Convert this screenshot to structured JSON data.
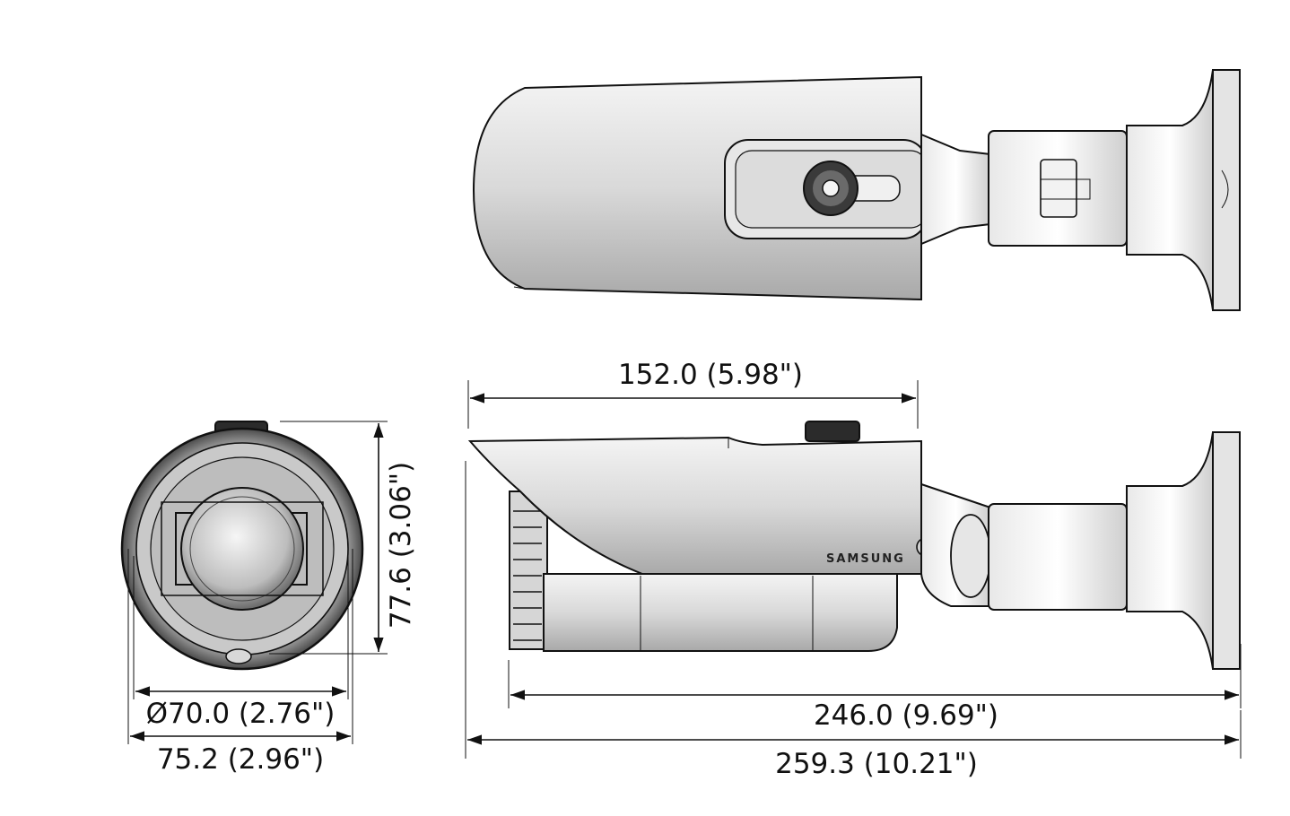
{
  "dimensions": {
    "top_width": "152.0 (5.98\")",
    "lens_diameter": "Ø70.0 (2.76\")",
    "front_width": "75.2 (2.96\")",
    "front_height": "77.6 (3.06\")",
    "body_length": "246.0 (9.69\")",
    "total_length": "259.3 (10.21\")"
  },
  "brand_label": "SAMSUNG"
}
